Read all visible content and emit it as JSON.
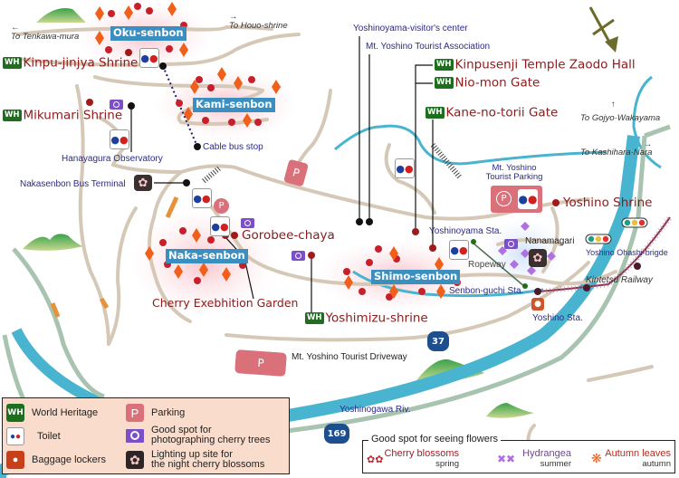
{
  "map": {
    "areas": {
      "oku_senbon": "Oku-senbon",
      "kami_senbon": "Kami-senbon",
      "naka_senbon": "Naka-senbon",
      "shimo_senbon": "Shimo-senbon"
    },
    "heritage_sites": {
      "kinpu_jinjya": "Kinpu-jinjya Shrine",
      "mikumari": "Mikumari Shrine",
      "kinpusenji": "Kinpusenji Temple Zaodo Hall",
      "nio_mon": "Nio-mon Gate",
      "kane_no_torii": "Kane-no-torii Gate",
      "yoshimizu": "Yoshimizu-shrine"
    },
    "sites": {
      "gorobee_chaya": "Gorobee-chaya",
      "cherry_garden": "Cherry Exebhition Garden",
      "yoshino_shrine": "Yoshino Shrine"
    },
    "places": {
      "visitor_center": "Yoshinoyama-visitor's center",
      "tourist_association": "Mt. Yoshino Tourist Association",
      "hanayagura": "Hanayagura Observatory",
      "cable_bus_stop": "Cable bus stop",
      "nakasenbon_terminal": "Nakasenbon Bus Terminal",
      "tourist_parking": "Mt. Yoshino Tourist Parking",
      "yoshinoyama_sta": "Yoshinoyama Sta.",
      "nanamagari": "Nanamagari",
      "ropeway": "Ropeway",
      "senbon_guchi": "Senbon-guchi Sta.",
      "yoshino_sta": "Yoshino Sta.",
      "ohashi_bridge": "Yoshino Ohashi-brigde",
      "kintetsu": "Kintetsu Railway",
      "driveway": "Mt. Yoshino Tourist Driveway",
      "river": "Yoshinogawa  Riv."
    },
    "directions": {
      "tenkawa": "To Tenkawa-mura",
      "houo": "To Houo-shrine",
      "gojyo": "To Gojyo·Wakayama",
      "kashihara": "To Kashihara·Nara"
    },
    "route_numbers": {
      "r37": "37",
      "r169": "169"
    },
    "badge_wh": "WH",
    "parking_p": "P"
  },
  "legend": {
    "world_heritage": "World Heritage",
    "toilet": "Toilet",
    "baggage": "Baggage lockers",
    "parking": "Parking",
    "photo_line1": "Good spot for",
    "photo_line2": " photographing cherry trees",
    "lighting_line1": "Lighting up site for",
    "lighting_line2": "the night cherry blossoms"
  },
  "flowers": {
    "title": "Good spot for seeing flowers",
    "items": [
      {
        "name": "Cherry blossoms",
        "season": "spring",
        "color": "#a0202a"
      },
      {
        "name": "Hydrangea",
        "season": "summer",
        "color": "#7b3fa0"
      },
      {
        "name": "Autumn leaves",
        "season": "autumn",
        "color": "#b23020"
      }
    ]
  },
  "colors": {
    "heritage_text": "#8b1a1a",
    "area_label_bg": "#3a8fc0",
    "wh_badge": "#1d6e1d",
    "river": "#48b4cf",
    "road": "#d6c8b6",
    "parking": "#d9707a",
    "photo": "#7b4fc9",
    "legend_bg": "#f9dccb"
  }
}
